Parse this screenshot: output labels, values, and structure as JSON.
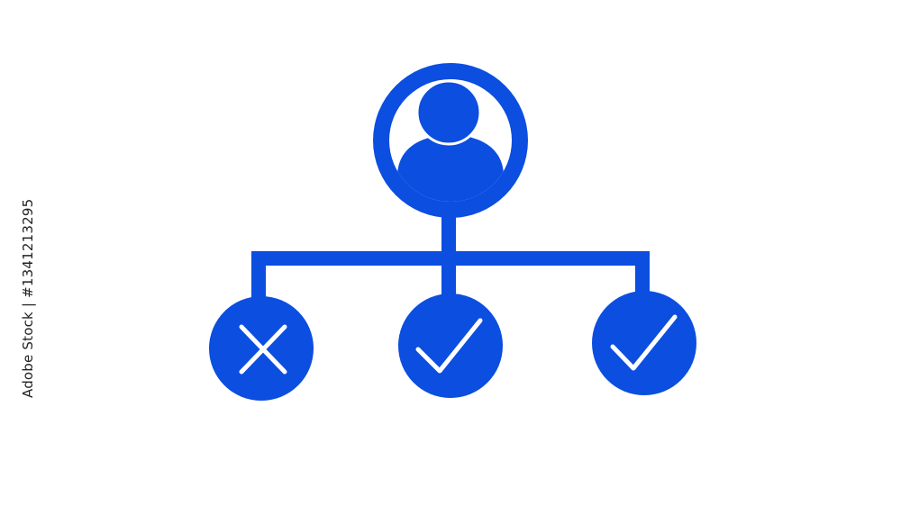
{
  "colors": {
    "primary": "#0b4ee0",
    "symbol": "#ffffff",
    "background": "#ffffff",
    "text": "#222222"
  },
  "diagram": {
    "root": {
      "icon": "user-icon"
    },
    "children": [
      {
        "icon": "x-mark-icon",
        "status": "rejected"
      },
      {
        "icon": "checkmark-icon",
        "status": "approved"
      },
      {
        "icon": "checkmark-icon",
        "status": "approved"
      }
    ]
  },
  "stock_id": "Adobe Stock | #1341213295",
  "watermark": "Adobe Stock"
}
